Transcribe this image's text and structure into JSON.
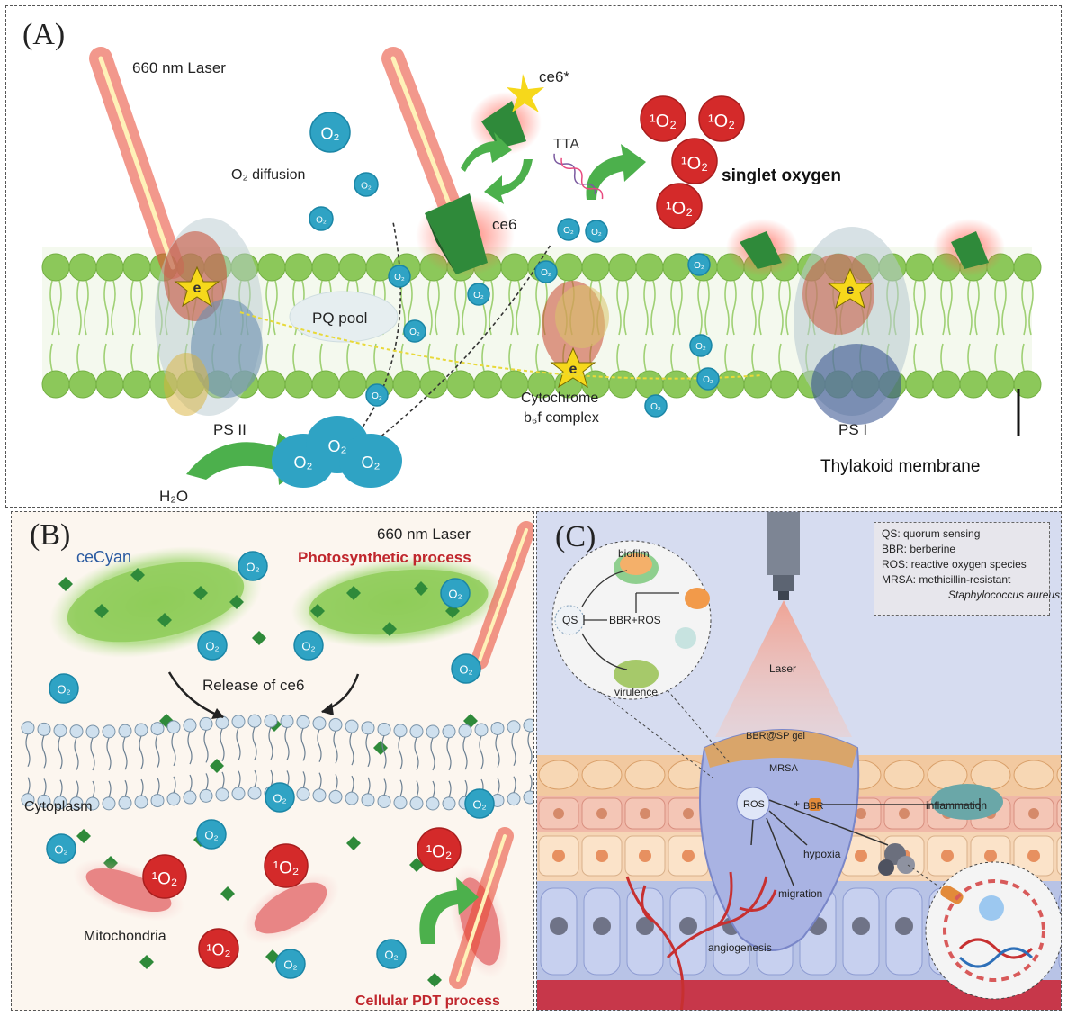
{
  "panelA": {
    "label": "(A)",
    "laser": "660 nm Laser",
    "ce6_star": "ce6*",
    "tta": "TTA",
    "o2_diffusion": "O₂ diffusion",
    "singlet_oxygen": "singlet oxygen",
    "ce6": "ce6",
    "pq_pool": "PQ pool",
    "cytochrome": "Cytochrome",
    "b6f": "b₆f complex",
    "ps2": "PS II",
    "ps1": "PS I",
    "thylakoid": "Thylakoid membrane",
    "h2o": "H₂O",
    "e": "e",
    "o2": "O₂",
    "singlet": "¹O₂"
  },
  "panelB": {
    "label": "(B)",
    "laser": "660 nm Laser",
    "photosynthetic": "Photosynthetic process",
    "cecyan": "ceCyan",
    "release": "Release of ce6",
    "cytoplasm": "Cytoplasm",
    "mitochondria": "Mitochondria",
    "cellular_pdt": "Cellular PDT process",
    "o2": "O₂",
    "singlet": "¹O₂"
  },
  "panelC": {
    "label": "(C)",
    "legend": [
      "QS: quorum sensing",
      "BBR: berberine",
      "ROS: reactive oxygen species",
      "MRSA: methicillin-resistant",
      "Staphylococcus aureus"
    ],
    "biofilm": "biofilm",
    "qs": "QS",
    "bbr_ros": "BBR+ROS",
    "virulence": "virulence",
    "laser": "Laser",
    "gel": "BBR@SP gel",
    "mrsa": "MRSA",
    "ros": "ROS",
    "plus": "+",
    "bbr": "BBR",
    "inflammation": "inflammation",
    "hypoxia": "hypoxia",
    "migration": "migration",
    "angiogenesis": "angiogenesis"
  },
  "colors": {
    "membrane_green": "#8cc85a",
    "o2_blue": "#2fa3c4",
    "singlet_red": "#d42a2a",
    "laser_red": "#e8432e",
    "arrow_green": "#4cb04c"
  }
}
